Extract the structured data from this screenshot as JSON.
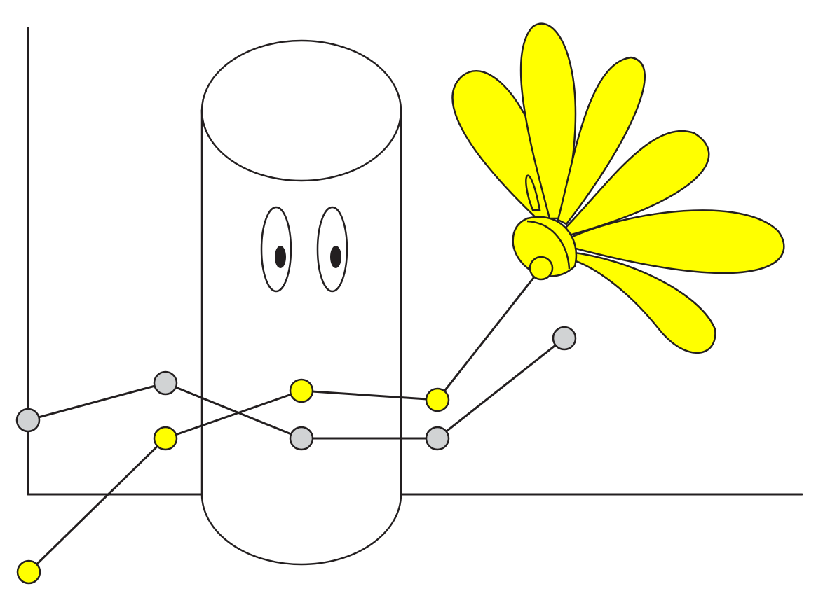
{
  "colors": {
    "ink": "#231f20",
    "background": "#ffffff",
    "gray_marker": "#d1d3d4",
    "yellow_marker": "#ffff00",
    "flower_fill": "#ffff00",
    "cylinder_fill": "#ffffff",
    "pupil": "#231f20"
  },
  "illustration": {
    "axes": {
      "vertical": true,
      "horizontal": true
    },
    "cylinder": {
      "has_face": true,
      "eye_count": 2
    },
    "flower": {
      "petal_count": 7,
      "attached_to_series": "yellow"
    }
  },
  "series": [
    {
      "id": "gray",
      "marker_color_key": "gray_marker",
      "point_count": 5
    },
    {
      "id": "yellow",
      "marker_color_key": "yellow_marker",
      "point_count": 5
    }
  ]
}
